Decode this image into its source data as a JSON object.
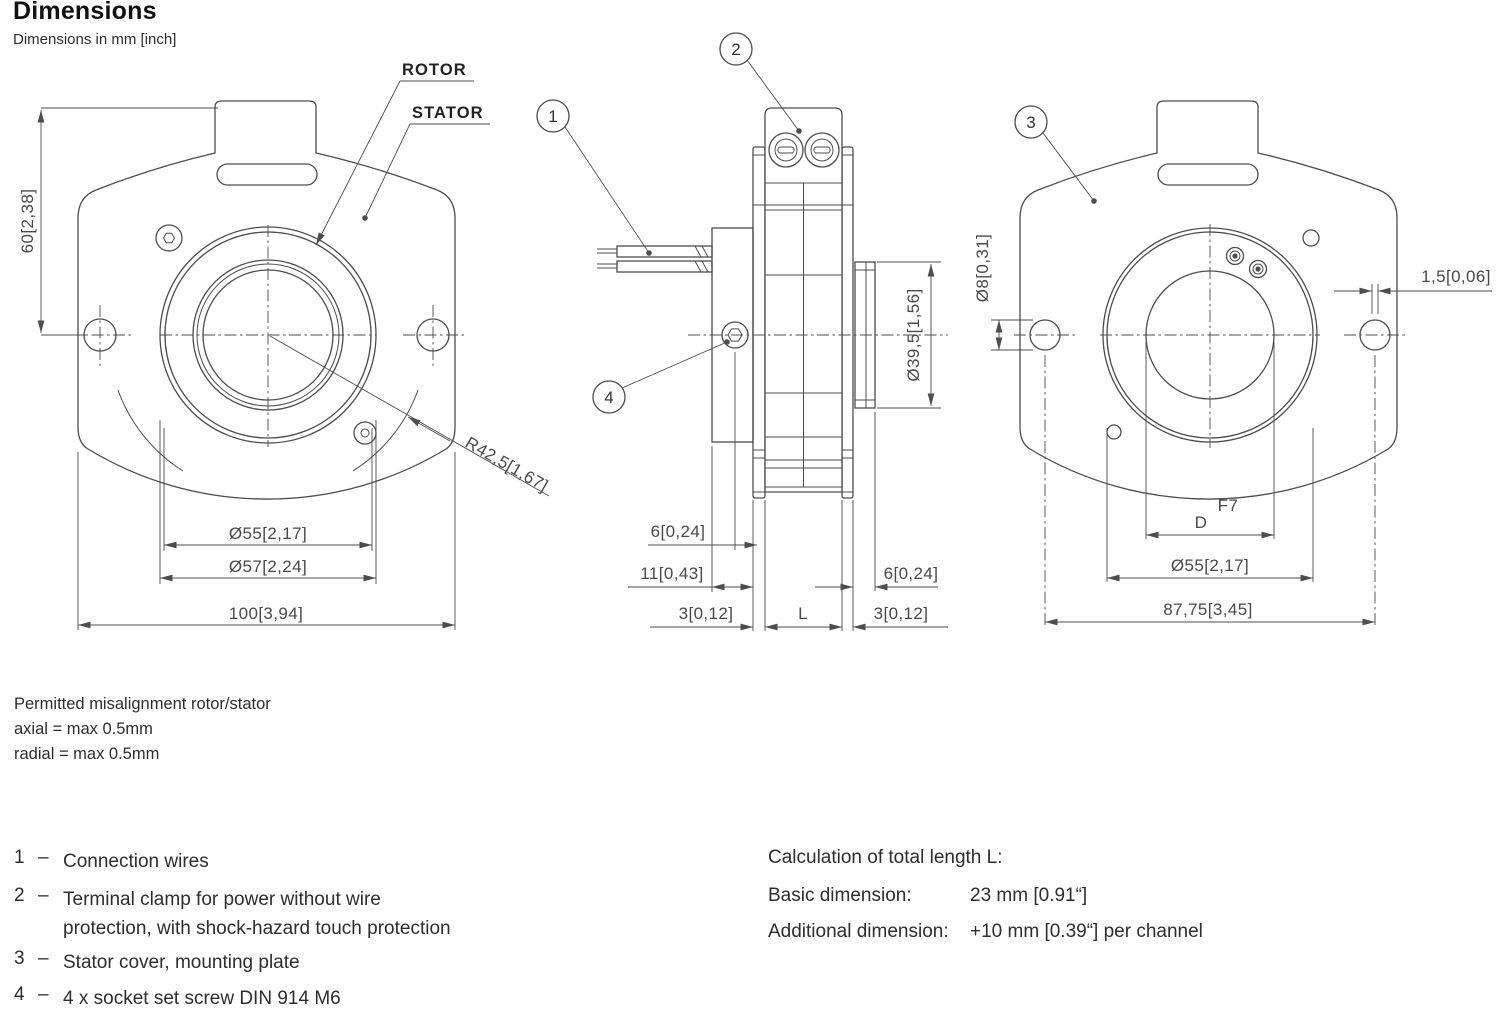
{
  "header": {
    "title": "Dimensions",
    "subtitle": "Dimensions in mm [inch]"
  },
  "front_view": {
    "rotor_label": "ROTOR",
    "stator_label": "STATOR",
    "dim_height": "60[2,38]",
    "dim_rotor_od": "Ø55[2,17]",
    "dim_stator_opening": "Ø57[2,24]",
    "dim_width": "100[3,94]",
    "dim_radius": "R42,5[1,67]"
  },
  "side_view": {
    "balloon_1": "1",
    "balloon_2": "2",
    "balloon_4": "4",
    "dim_diameter": "Ø39,5[1,56]",
    "dim_6_left": "6[0,24]",
    "dim_11": "11[0,43]",
    "dim_6_right": "6[0,24]",
    "dim_3_left": "3[0,12]",
    "dim_length": "L",
    "dim_3_right": "3[0,12]"
  },
  "back_view": {
    "balloon_3": "3",
    "dim_hole": "Ø8[0,31]",
    "dim_gap": "1,5[0,06]",
    "fit_tolerance": "F7",
    "fit_letter": "D",
    "dim_opening": "Ø55[2,17]",
    "dim_spacing": "87,75[3,45]"
  },
  "notes": {
    "title": "Permitted misalignment rotor/stator",
    "axial": "axial = max 0.5mm",
    "radial": "radial = max 0.5mm"
  },
  "legend": {
    "items": [
      {
        "num": "1",
        "dash": "–",
        "text": "Connection wires",
        "text2": ""
      },
      {
        "num": "2",
        "dash": "–",
        "text": "Terminal clamp for power without wire",
        "text2": "protection, with shock-hazard touch protection"
      },
      {
        "num": "3",
        "dash": "–",
        "text": "Stator cover, mounting plate",
        "text2": ""
      },
      {
        "num": "4",
        "dash": "–",
        "text": "4 x socket set screw DIN 914 M6",
        "text2": ""
      }
    ]
  },
  "calculation": {
    "title": "Calculation of total length L:",
    "rows": [
      {
        "label": "Basic dimension:",
        "value": "23 mm [0.91“]"
      },
      {
        "label": "Additional dimension:",
        "value": "+10 mm [0.39“] per channel"
      }
    ]
  },
  "colors": {
    "line": "#4d4d4d",
    "dim_text": "#4a4a4a",
    "text": "#333333",
    "title": "#111111"
  }
}
